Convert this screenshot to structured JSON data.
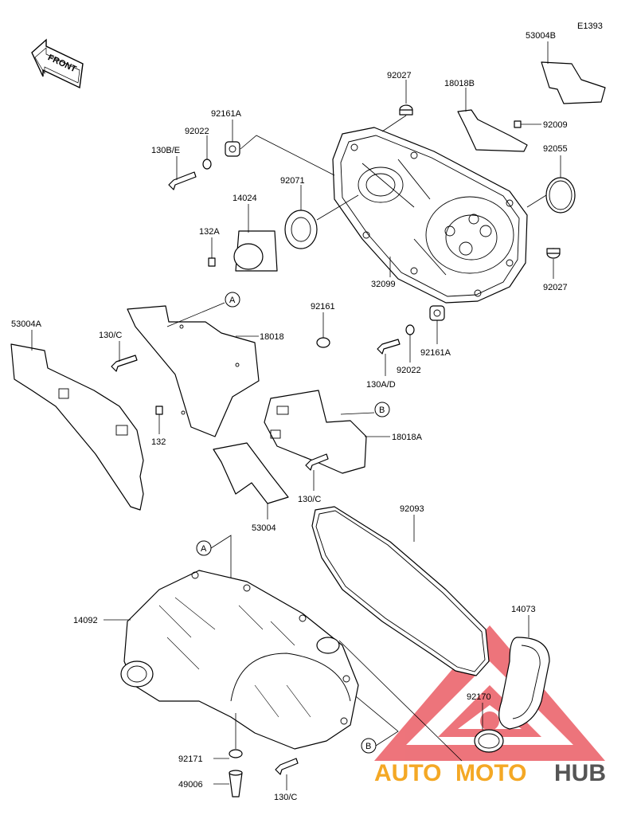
{
  "diagram": {
    "code": "E1393",
    "front_label": "FRONT",
    "callouts": [
      "A",
      "B"
    ],
    "labels": {
      "p53004B": "53004B",
      "p18018B": "18018B",
      "p92009": "92009",
      "p92027_top": "92027",
      "p92161A_top": "92161A",
      "p92022_top": "92022",
      "p130BE": "130B/E",
      "p92055": "92055",
      "p92071": "92071",
      "p14024": "14024",
      "p132A": "132A",
      "p32099": "32099",
      "p92027_bot": "92027",
      "p53004A": "53004A",
      "p130C_left": "130/C",
      "p18018": "18018",
      "p92161": "92161",
      "p92161A_mid": "92161A",
      "p92022_mid": "92022",
      "p130AD": "130A/D",
      "p132": "132",
      "p18018A": "18018A",
      "p130C_mid": "130/C",
      "p53004": "53004",
      "p92093": "92093",
      "p14092": "14092",
      "p14073": "14073",
      "p92170": "92170",
      "p92171": "92171",
      "p49006": "49006",
      "p130C_bot": "130/C"
    }
  },
  "watermark": {
    "auto": "AUTO",
    "moto": "MOTO",
    "hub": "HUB",
    "colors": {
      "auto": "#f4a825",
      "moto": "#f4a825",
      "hub": "#555555",
      "triangle": "#e8464f"
    }
  }
}
